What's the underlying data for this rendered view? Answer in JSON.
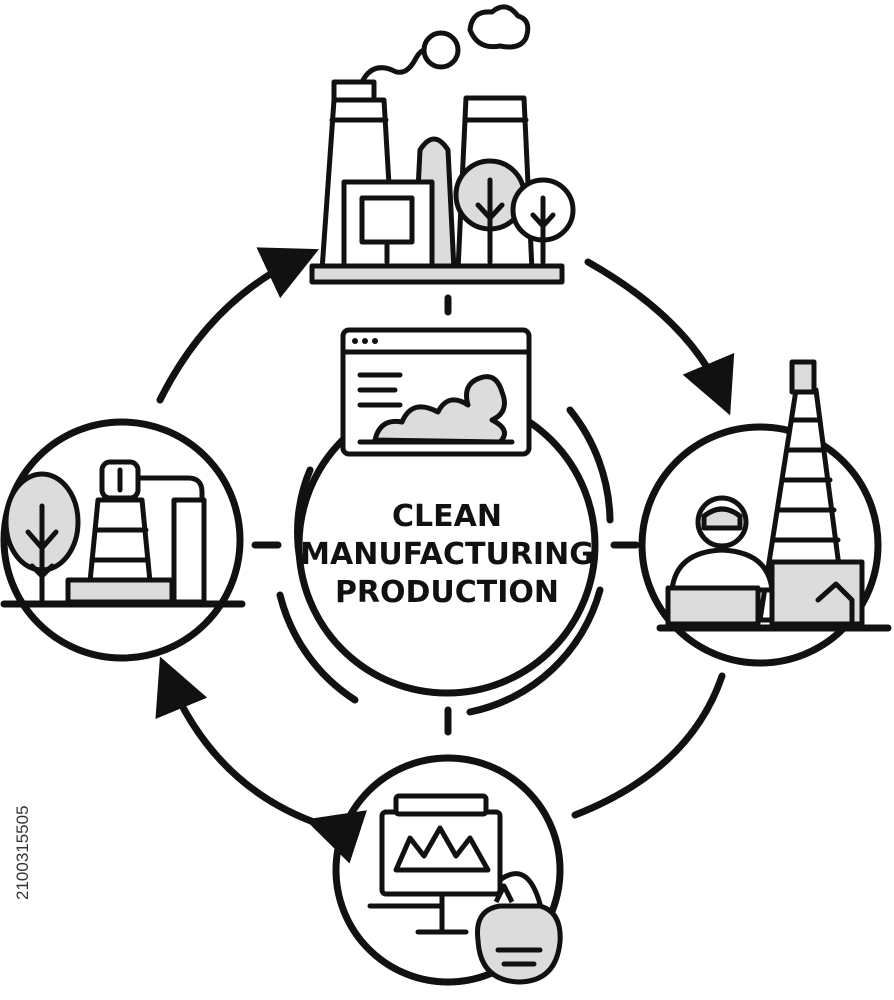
{
  "center": {
    "line1": "CLEAN",
    "line2": "MANUFACTURING",
    "line3": "PRODUCTION"
  },
  "side_id": "2100315505",
  "icons": {
    "top": "factory-with-trees-icon",
    "right": "worker-and-tower-icon",
    "bottom": "monitoring-computer-icon",
    "left": "plant-with-tree-icon",
    "center": "browser-window-smoke-icon"
  }
}
